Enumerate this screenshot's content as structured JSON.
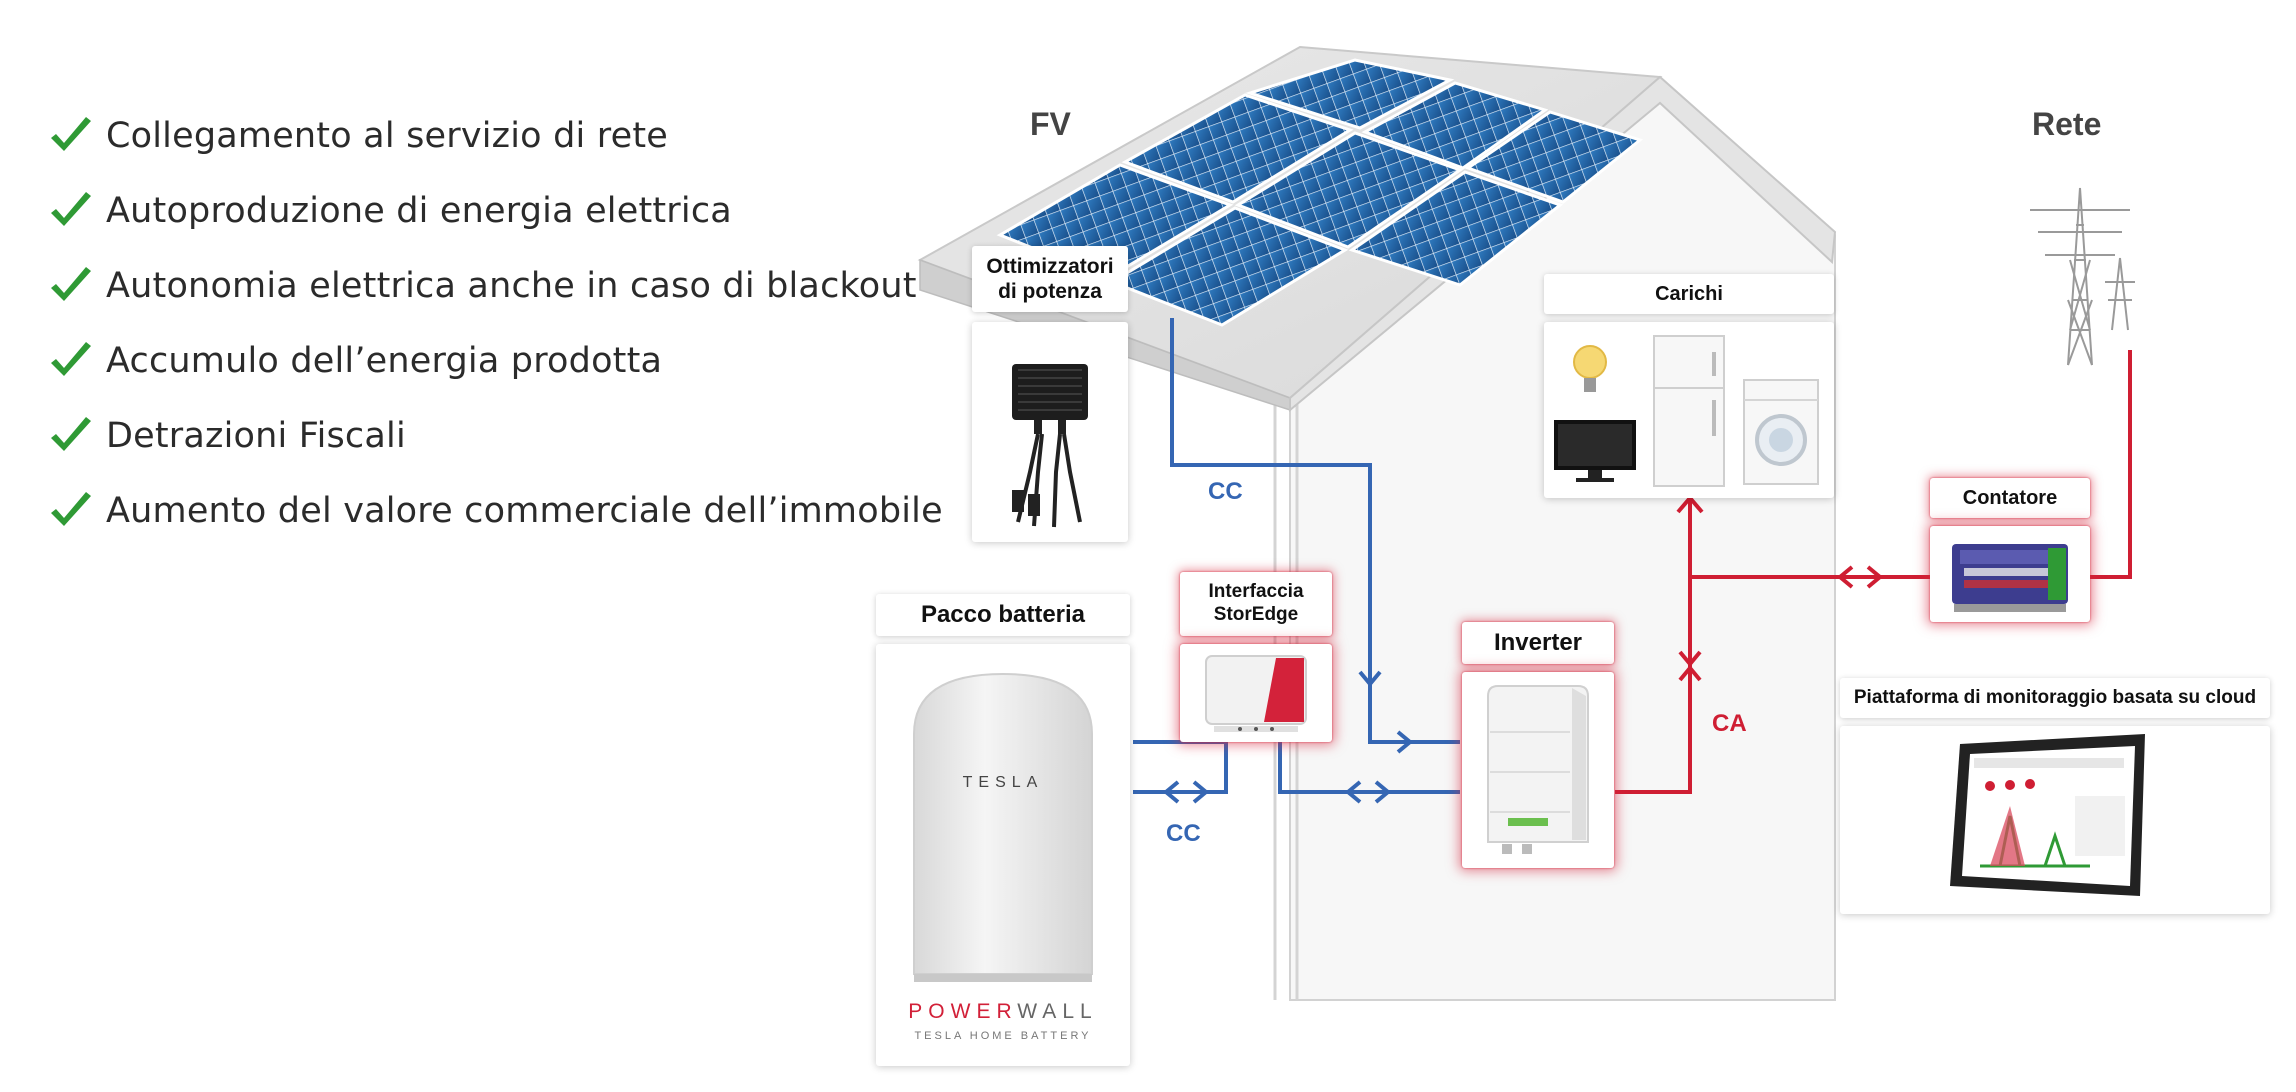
{
  "features": [
    "Collegamento al servizio di rete",
    "Autoproduzione di energia elettrica",
    "Autonomia elettrica anche in caso di blackout",
    "Accumulo dell’energia prodotta",
    "Detrazioni Fiscali",
    "Aumento del valore commerciale dell’immobile"
  ],
  "labels": {
    "pv": "FV",
    "grid": "Rete",
    "dc_upper": "CC",
    "dc_lower": "CC",
    "ac": "CA"
  },
  "components": {
    "optimizers": {
      "line1": "Ottimizzatori",
      "line2": "di potenza"
    },
    "battery": "Pacco batteria",
    "storedge": {
      "line1": "Interfaccia",
      "line2": "StorEdge"
    },
    "inverter": "Inverter",
    "loads": "Carichi",
    "meter": "Contatore",
    "monitoring": "Piattaforma di monitoraggio basata su cloud"
  },
  "powerwall": {
    "logo": "TESLA",
    "brand_a": "POWER",
    "brand_b": "WALL",
    "sub": "TESLA HOME BATTERY"
  },
  "colors": {
    "dc_line": "#3566b3",
    "ac_line": "#cf1e33",
    "check": "#2f9a35",
    "panel": "#1d5e9c"
  }
}
